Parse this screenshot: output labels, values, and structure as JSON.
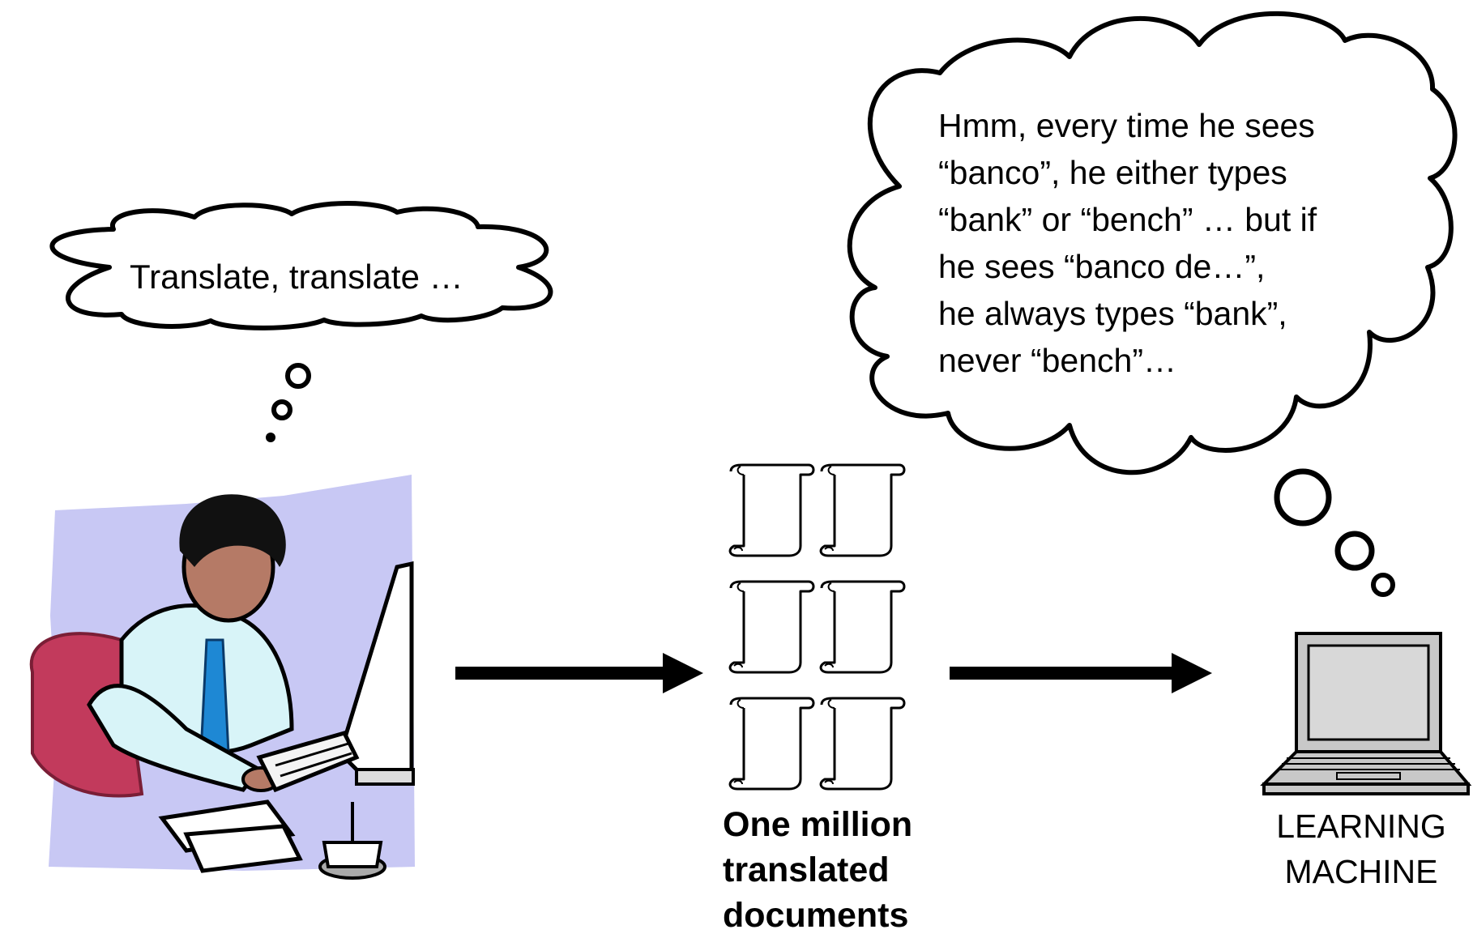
{
  "translator_thought": "Translate, translate …",
  "machine_thought": [
    "Hmm, every time he sees",
    "“banco”, he either types",
    "“bank” or “bench” … but if",
    "he sees “banco de…”,",
    "he always types “bank”,",
    "never “bench”…"
  ],
  "documents_label": [
    "One million",
    "translated",
    "documents"
  ],
  "machine_label": [
    "LEARNING",
    "MACHINE"
  ],
  "icons": {
    "translator": "translator-at-desk-icon",
    "documents": "scroll-document-icon",
    "machine": "laptop-icon",
    "arrow": "right-arrow-icon"
  },
  "colors": {
    "ink": "#000000",
    "background": "#ffffff",
    "clipart_bg": "#c8c8f4",
    "skin": "#b57a66",
    "shirt": "#d8f4f8",
    "tie": "#1e88d4",
    "chair": "#c23a5c",
    "laptop_gray": "#c8c8c8"
  }
}
